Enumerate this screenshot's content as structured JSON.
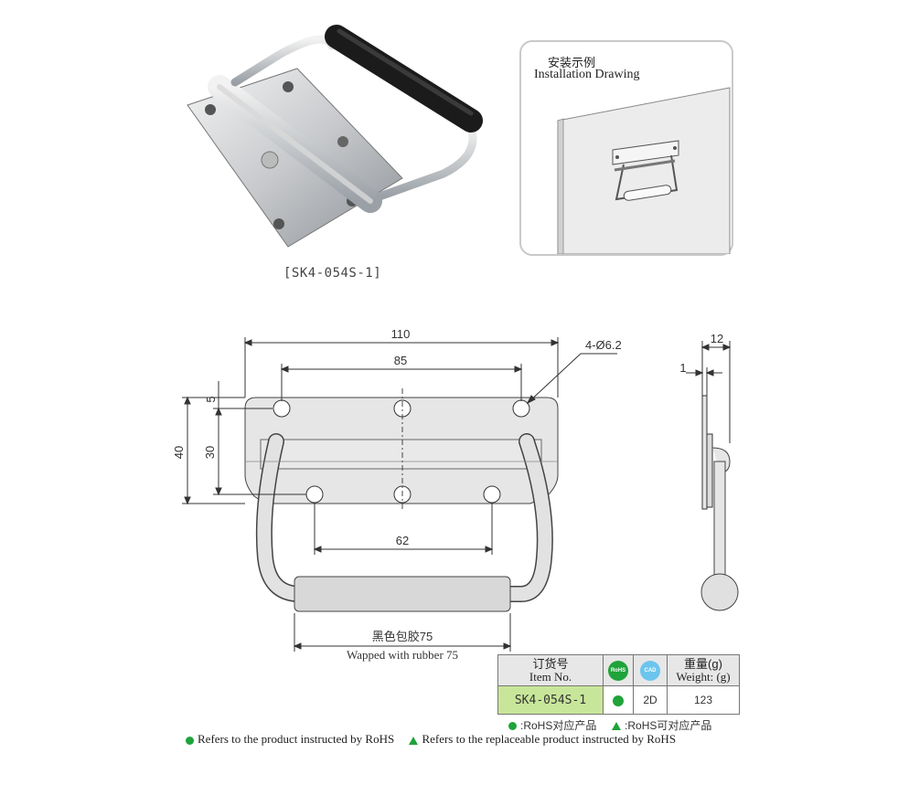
{
  "product": {
    "code_caption": "[SK4-054S-1]"
  },
  "installation": {
    "title_cn": "安装示例",
    "title_en": "Installation Drawing"
  },
  "drawing": {
    "dim_width_total": "110",
    "dim_hole_spacing_top": "85",
    "dim_hole_note": "4-Ø6.2",
    "dim_edge_offset": "5",
    "dim_height_total": "40",
    "dim_hole_spacing_vertical": "30",
    "dim_hole_spacing_bottom": "62",
    "dim_grip_cn": "黑色包胶75",
    "dim_grip_en": "Wapped with rubber 75",
    "side_dim_depth": "12",
    "side_dim_thickness": "1"
  },
  "table": {
    "headers": {
      "item_cn": "订货号",
      "item_en": "Item No.",
      "rohs_badge": "RoHS",
      "cad_badge": "CAD",
      "weight_cn": "重量(g)",
      "weight_en": "Weight: (g)"
    },
    "row": {
      "item_no": "SK4-054S-1",
      "cad": "2D",
      "weight": "123"
    }
  },
  "legend": {
    "cn_rohs": ":RoHS对应产品",
    "cn_replaceable": ":RoHS可对应产品",
    "en_rohs": "Refers to the product instructed by RoHS",
    "en_replaceable": "Refers to the replaceable product instructed by RoHS"
  },
  "colors": {
    "rohs_green": "#1fa33a",
    "item_highlight": "#c8e69a",
    "cad_blue": "#6cc5ee"
  }
}
